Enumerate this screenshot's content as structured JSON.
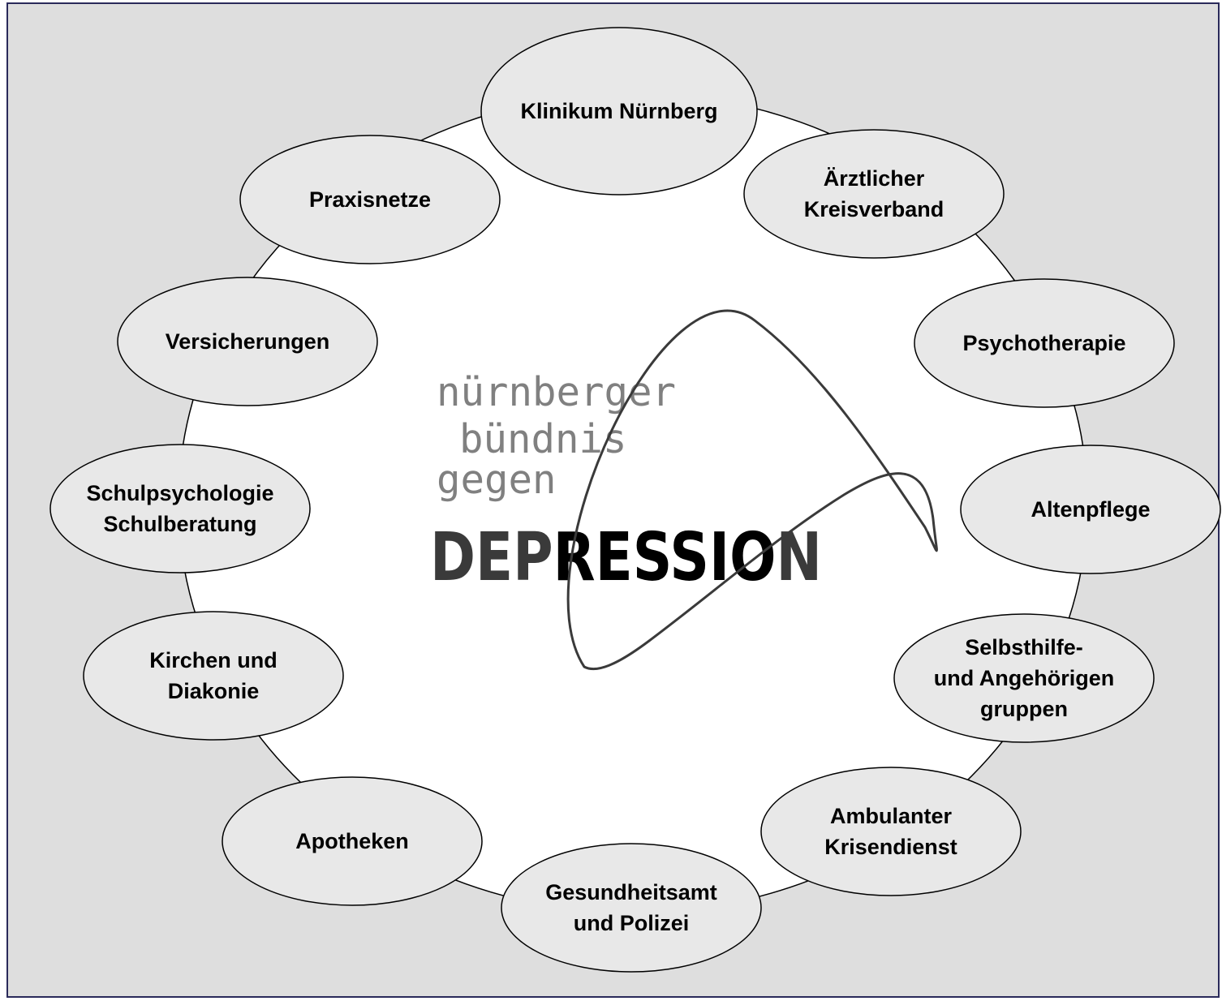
{
  "logo": {
    "line1": "nürnberger",
    "line2": "bündnis",
    "line3": "gegen",
    "word_dark": "DEP",
    "word_black": "RESSIO",
    "word_end": "N"
  },
  "nodes": [
    {
      "id": "klinikum",
      "lines": [
        "Klinikum Nürnberg"
      ]
    },
    {
      "id": "aerztlicher",
      "lines": [
        "Ärztlicher",
        "Kreisverband"
      ]
    },
    {
      "id": "psychotherapie",
      "lines": [
        "Psychotherapie"
      ]
    },
    {
      "id": "altenpflege",
      "lines": [
        "Altenpflege"
      ]
    },
    {
      "id": "selbsthilfe",
      "lines": [
        "Selbsthilfe-",
        "und Angehörigen",
        "gruppen"
      ]
    },
    {
      "id": "krisendienst",
      "lines": [
        "Ambulanter",
        "Krisendienst"
      ]
    },
    {
      "id": "gesundheitsamt",
      "lines": [
        "Gesundheitsamt",
        "und Polizei"
      ]
    },
    {
      "id": "apotheken",
      "lines": [
        "Apotheken"
      ]
    },
    {
      "id": "kirchen",
      "lines": [
        "Kirchen und",
        "Diakonie"
      ]
    },
    {
      "id": "schulpsychologie",
      "lines": [
        "Schulpsychologie",
        "Schulberatung"
      ]
    },
    {
      "id": "versicherungen",
      "lines": [
        "Versicherungen"
      ]
    },
    {
      "id": "praxisnetze",
      "lines": [
        "Praxisnetze"
      ]
    }
  ],
  "colors": {
    "background": "#dedede",
    "circle_fill": "#ffffff",
    "node_fill": "#e8e8e8",
    "stroke": "#000000",
    "logo_grey": "#808080",
    "logo_dark": "#3a3a3a"
  }
}
